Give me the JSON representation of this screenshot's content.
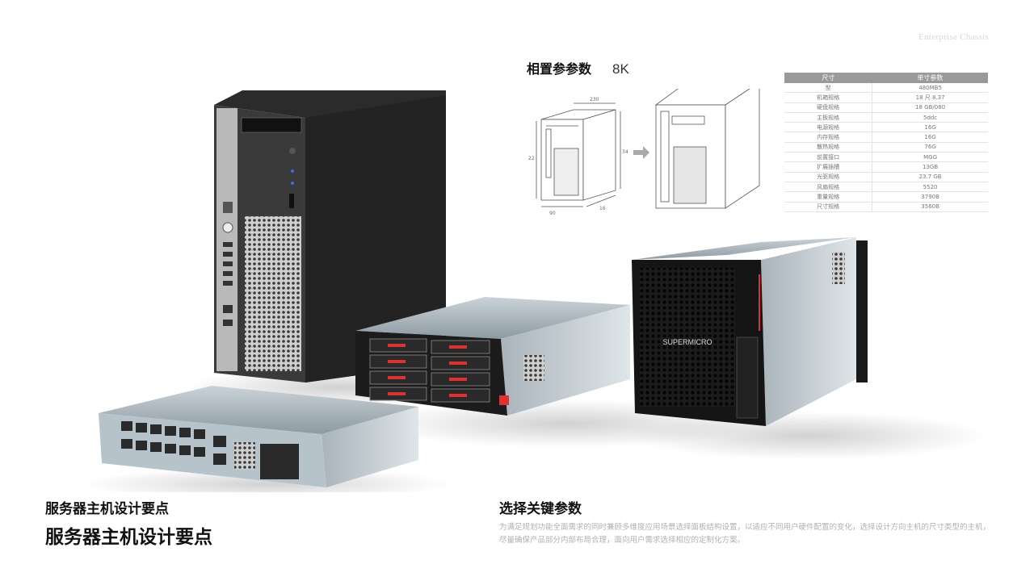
{
  "watermark": "Enterprise Chassis",
  "spec": {
    "title": "相置参参数",
    "resolution": "8K",
    "dims": {
      "top": "230",
      "side": "34",
      "bottom_front": "90",
      "bottom_depth": "16",
      "height_left": "22"
    },
    "table": {
      "headers": [
        "尺寸",
        "单寸参数"
      ],
      "rows": [
        [
          "型",
          "480MB5"
        ],
        [
          "机箱规格",
          "18 尺 8.37"
        ],
        [
          "硬盘规格",
          "18 GB/080"
        ],
        [
          "主板规格",
          "5ddc"
        ],
        [
          "电源规格",
          "16G"
        ],
        [
          "内存规格",
          "16G"
        ],
        [
          "散热规格",
          "76G"
        ],
        [
          "前置接口",
          "MGG"
        ],
        [
          "扩展插槽",
          "13GB"
        ],
        [
          "光驱规格",
          "23.7 GB"
        ],
        [
          "风扇规格",
          "5520"
        ],
        [
          "重量规格",
          "3790B"
        ],
        [
          "尺寸规格",
          "3560B"
        ]
      ]
    }
  },
  "devices": {
    "tower": "tower-server",
    "rack_switch": "rack-network-switch",
    "rack_storage": "rack-storage-server",
    "cube": "cube-server",
    "cube_brand": "SUPERMICRO"
  },
  "left": {
    "title_small": "服务器主机设计要点",
    "title_large": "服务器主机设计要点"
  },
  "right": {
    "title": "选择关键参数",
    "description": "为满足规划功能全面需求的同时兼顾多维度应用场景选择面板结构设置，以适应不同用户硬件配置的变化，选择设计方向主机的尺寸类型的主机，尽量确保产品部分内部布局合理，面向用户需求选择相应的定制化方案。"
  },
  "colors": {
    "text": "#111111",
    "muted": "#b0b0b0",
    "accent_red": "#e03030"
  }
}
